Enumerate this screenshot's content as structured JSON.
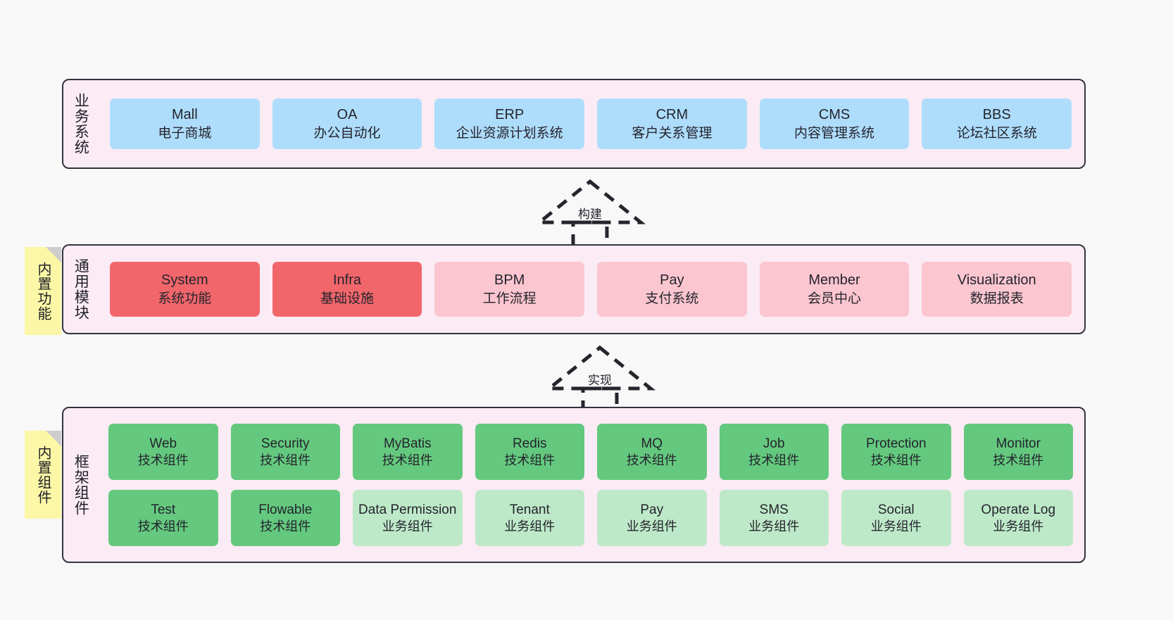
{
  "diagram": {
    "title_hidden": "",
    "colors": {
      "panel_bg": "#fbebf4",
      "panel_border": "#333340",
      "blue": "#aeddfb",
      "red": "#f1666b",
      "pink": "#fbc6cf",
      "green": "#64c97e",
      "light_green": "#bee9c8",
      "sticky_yellow": "#fbf7a6",
      "canvas_bg": "#f8f8f8"
    }
  },
  "layers": [
    {
      "id": "business",
      "title": "业务系统",
      "rows": [
        [
          {
            "en": "Mall",
            "cn": "电子商城",
            "color": "blue"
          },
          {
            "en": "OA",
            "cn": "办公自动化",
            "color": "blue"
          },
          {
            "en": "ERP",
            "cn": "企业资源计划系统",
            "color": "blue"
          },
          {
            "en": "CRM",
            "cn": "客户关系管理",
            "color": "blue"
          },
          {
            "en": "CMS",
            "cn": "内容管理系统",
            "color": "blue"
          },
          {
            "en": "BBS",
            "cn": "论坛社区系统",
            "color": "blue"
          }
        ]
      ]
    },
    {
      "id": "common",
      "title": "通用模块",
      "rows": [
        [
          {
            "en": "System",
            "cn": "系统功能",
            "color": "red"
          },
          {
            "en": "Infra",
            "cn": "基础设施",
            "color": "red"
          },
          {
            "en": "BPM",
            "cn": "工作流程",
            "color": "pink"
          },
          {
            "en": "Pay",
            "cn": "支付系统",
            "color": "pink"
          },
          {
            "en": "Member",
            "cn": "会员中心",
            "color": "pink"
          },
          {
            "en": "Visualization",
            "cn": "数据报表",
            "color": "pink"
          }
        ]
      ]
    },
    {
      "id": "framework",
      "title": "框架组件",
      "rows": [
        [
          {
            "en": "Web",
            "cn": "技术组件",
            "color": "green"
          },
          {
            "en": "Security",
            "cn": "技术组件",
            "color": "green"
          },
          {
            "en": "MyBatis",
            "cn": "技术组件",
            "color": "green"
          },
          {
            "en": "Redis",
            "cn": "技术组件",
            "color": "green"
          },
          {
            "en": "MQ",
            "cn": "技术组件",
            "color": "green"
          },
          {
            "en": "Job",
            "cn": "技术组件",
            "color": "green"
          },
          {
            "en": "Protection",
            "cn": "技术组件",
            "color": "green"
          },
          {
            "en": "Monitor",
            "cn": "技术组件",
            "color": "green"
          }
        ],
        [
          {
            "en": "Test",
            "cn": "技术组件",
            "color": "green"
          },
          {
            "en": "Flowable",
            "cn": "技术组件",
            "color": "green"
          },
          {
            "en": "Data Permission",
            "cn": "业务组件",
            "color": "light_green"
          },
          {
            "en": "Tenant",
            "cn": "业务组件",
            "color": "light_green"
          },
          {
            "en": "Pay",
            "cn": "业务组件",
            "color": "light_green"
          },
          {
            "en": "SMS",
            "cn": "业务组件",
            "color": "light_green"
          },
          {
            "en": "Social",
            "cn": "业务组件",
            "color": "light_green"
          },
          {
            "en": "Operate Log",
            "cn": "业务组件",
            "color": "light_green"
          }
        ]
      ]
    }
  ],
  "stickies": [
    {
      "id": "common",
      "label": "内置功能"
    },
    {
      "id": "framework",
      "label": "内置组件"
    }
  ],
  "arrows": [
    {
      "id": "build",
      "label": "构建",
      "style": "dashed-hollow-triangle",
      "direction": "up"
    },
    {
      "id": "impl",
      "label": "实现",
      "style": "dashed-hollow-triangle",
      "direction": "up"
    }
  ]
}
